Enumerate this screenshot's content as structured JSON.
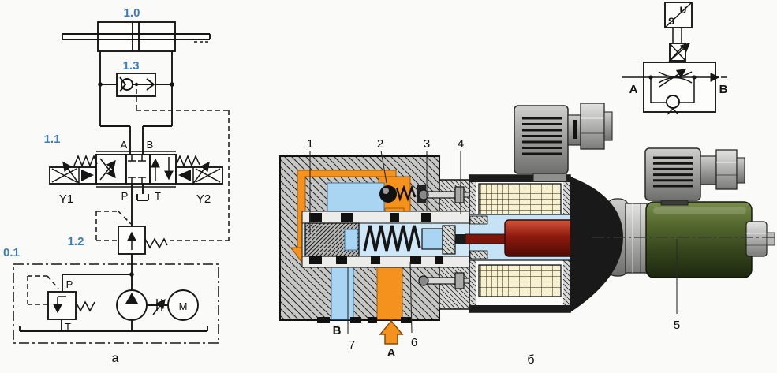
{
  "colors": {
    "background": "#fafaf8",
    "label_blue": "#3b7dc0",
    "line_black": "#161616",
    "channel_orange": "#f5921e",
    "channel_blue": "#a9d5f2",
    "bore_blue": "#cfe7f7",
    "body_gray": "#c7c7c5",
    "coil_cream": "#f7f1cf",
    "armature_red": "#8e1a0e",
    "solenoid_green": "#55682e",
    "metal_gray": "#9e9e9c"
  },
  "circuit": {
    "caption": "a",
    "cylinder_id": "1.0",
    "check_valve_id": "1.3",
    "directional_valve_id": "1.1",
    "pressure_valve_id": "1.2",
    "power_unit_id": "0.1",
    "solenoid_left": "Y1",
    "solenoid_right": "Y2",
    "port_a": "A",
    "port_b": "B",
    "port_p": "P",
    "port_t": "T",
    "relief_port_p": "P",
    "relief_port_t": "T",
    "motor_label": "M"
  },
  "cutaway": {
    "caption": "б",
    "part_numbers": [
      "1",
      "2",
      "3",
      "4",
      "5",
      "6",
      "7"
    ],
    "port_a": "A",
    "port_b": "B"
  },
  "symbol": {
    "converter_u": "U",
    "converter_s": "S",
    "port_a": "A",
    "port_b": "B"
  }
}
